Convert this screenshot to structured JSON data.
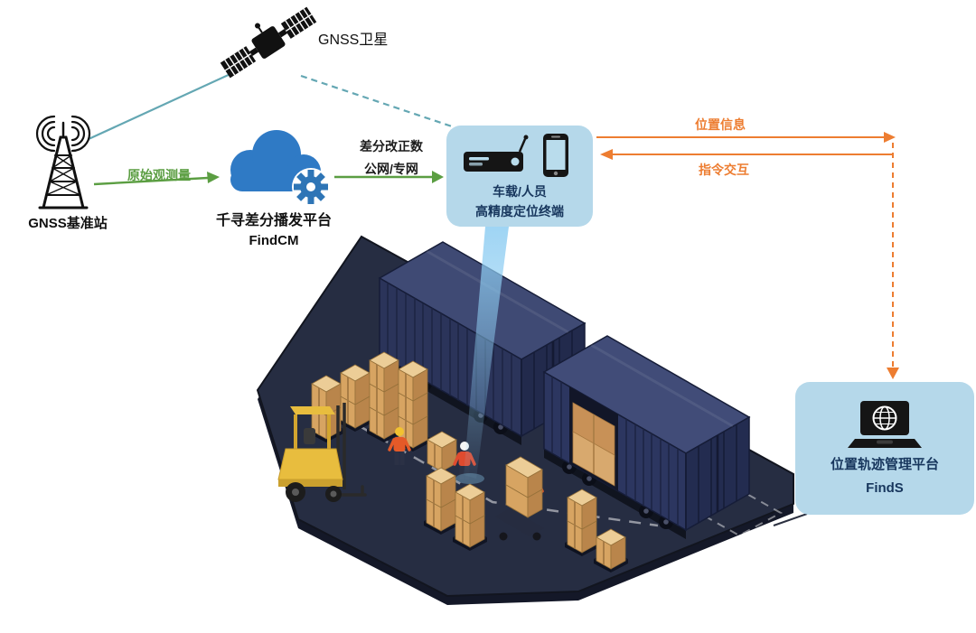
{
  "diagram": {
    "nodes": {
      "satellite": {
        "label": "GNSS卫星",
        "icon": "satellite-icon"
      },
      "base_station": {
        "label": "GNSS基准站",
        "icon": "radio-tower-icon"
      },
      "correction_platform": {
        "title": "千寻差分播发平台",
        "subtitle": "FindCM",
        "icon": "cloud-gear-icon"
      },
      "terminal": {
        "line1": "车载/人员",
        "line2": "高精度定位终端",
        "icons": [
          "vehicle-terminal-icon",
          "smartphone-icon"
        ]
      },
      "management_platform": {
        "title": "位置轨迹管理平台",
        "subtitle": "FindS",
        "icon": "laptop-globe-icon"
      }
    },
    "edges": {
      "raw_observation": {
        "label": "原始观测量",
        "color": "#5b9e42",
        "style": "solid-arrow"
      },
      "corrections": {
        "line1": "差分改正数",
        "line2": "公网/专网",
        "color": "#5b9e42",
        "style": "solid-arrow"
      },
      "satellite_to_base": {
        "color": "#64a7b3",
        "style": "solid"
      },
      "satellite_to_terminal": {
        "color": "#64a7b3",
        "style": "dashed"
      },
      "position_info": {
        "label": "位置信息",
        "color": "#ed7d31",
        "style": "solid-arrow-right"
      },
      "command_interaction": {
        "label": "指令交互",
        "color": "#ed7d31",
        "style": "solid-arrow-left"
      },
      "platform_link": {
        "color": "#ed7d31",
        "style": "dashed-arrow-down"
      }
    },
    "colors": {
      "bubble_fill": "#b5d8ea",
      "bubble_text": "#17365d",
      "cloud_blue": "#2f7ac5",
      "green": "#5b9e42",
      "orange": "#ed7d31",
      "teal": "#64a7b3",
      "container_navy": "#2b345a",
      "box_tan": "#d7a462",
      "forklift_yellow": "#e8bd3e"
    },
    "scene_elements": [
      "shipping-container-icon",
      "forklift-icon",
      "pallet-boxes-icon",
      "worker-icon",
      "positioning-beam"
    ]
  }
}
